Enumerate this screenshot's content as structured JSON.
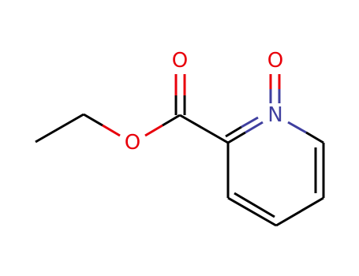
{
  "colors": {
    "carbon": "#000000",
    "oxygen": "#e8000b",
    "nitrogen": "#3f3f9f",
    "background": "#ffffff"
  },
  "atoms": {
    "ester_oxygen": "O",
    "carbonyl_oxygen": "O",
    "ring_nitrogen": "N",
    "n_oxide_oxygen": "O"
  }
}
